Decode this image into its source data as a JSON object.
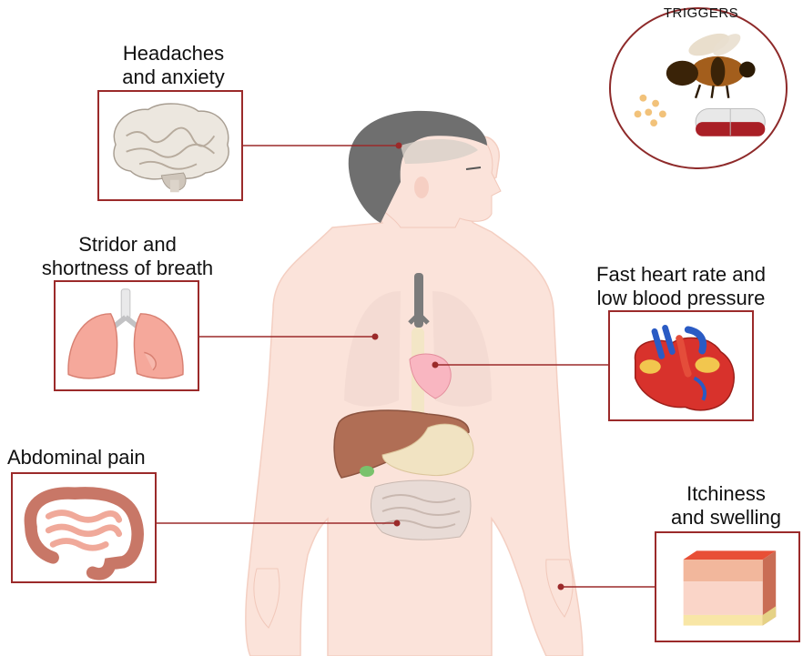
{
  "triggers": {
    "title": "TRIGGERS"
  },
  "symptoms": {
    "headaches": {
      "line1": "Headaches",
      "line2": "and anxiety"
    },
    "stridor": {
      "line1": "Stridor and",
      "line2": "shortness of breath"
    },
    "abdominal": {
      "line1": "Abdominal pain"
    },
    "heart": {
      "line1": "Fast heart rate and",
      "line2": "low blood pressure"
    },
    "itchiness": {
      "line1": "Itchiness",
      "line2": "and swelling"
    }
  },
  "colors": {
    "frame": "#9b2a2a",
    "skin": "#fbe3da",
    "hair": "#7a7a7a"
  }
}
